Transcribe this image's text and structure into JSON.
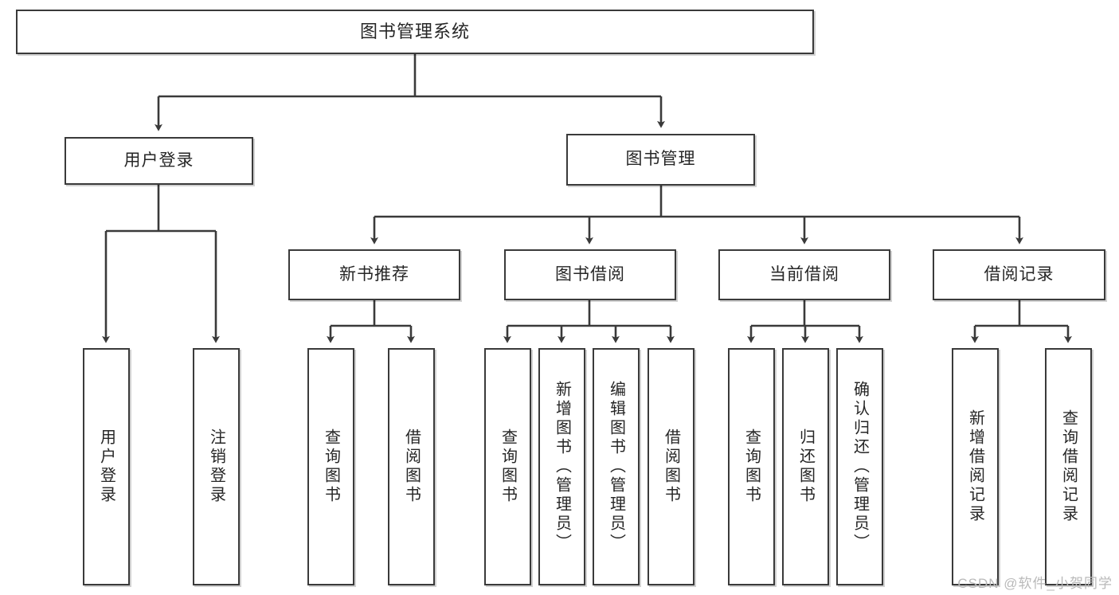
{
  "diagram": {
    "type": "tree",
    "title": "图书管理系统",
    "orientation": "top-down",
    "line_color": "#3a3a3a",
    "box_fill": "#ffffff",
    "text_color": "#262626",
    "nodes": {
      "root": {
        "label": "图书管理系统"
      },
      "level1": [
        {
          "label": "用户登录"
        },
        {
          "label": "图书管理"
        }
      ],
      "level2": [
        {
          "label": "新书推荐"
        },
        {
          "label": "图书借阅"
        },
        {
          "label": "当前借阅"
        },
        {
          "label": "借阅记录"
        }
      ],
      "leaves_user_login": [
        {
          "label": "用户登录"
        },
        {
          "label": "注销登录"
        }
      ],
      "leaves_new_book": [
        {
          "label": "查询图书"
        },
        {
          "label": "借阅图书"
        }
      ],
      "leaves_borrow": [
        {
          "label": "查询图书"
        },
        {
          "label": "新增图书（管理员）"
        },
        {
          "label": "编辑图书（管理员）"
        },
        {
          "label": "借阅图书"
        }
      ],
      "leaves_current": [
        {
          "label": "查询图书"
        },
        {
          "label": "归还图书"
        },
        {
          "label": "确认归还（管理员）"
        }
      ],
      "leaves_records": [
        {
          "label": "新增借阅记录"
        },
        {
          "label": "查询借阅记录"
        }
      ]
    }
  },
  "watermark": {
    "text": "CSDN @软件_小贺同学",
    "color": "#b9b9b9"
  }
}
